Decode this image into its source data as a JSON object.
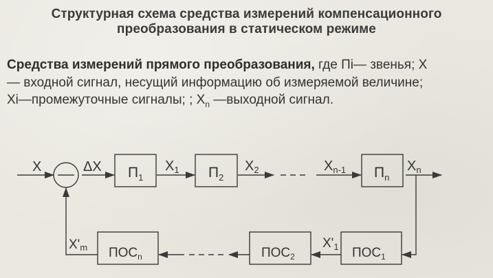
{
  "title": {
    "line1": "Структурная схема средства измерений компенсационного",
    "line2": "преобразования в статическом режиме"
  },
  "description": {
    "bold_lead": "Средства измерений прямого преобразования,",
    "part1": " где Пi— звенья; X",
    "line2": "— входной сигнал, несущий информацию об измеряемой величине;",
    "line3_a": "Xi—промежуточные сигналы; ; X",
    "line3_sub": "n",
    "line3_b": " —выходной сигнал."
  },
  "diagram": {
    "input_label": "X",
    "comparator_sign": "−",
    "error_label": "ΔX",
    "forward_blocks": [
      {
        "main": "П",
        "sub": "1"
      },
      {
        "main": "П",
        "sub": "2"
      },
      {
        "main": "П",
        "sub": "n"
      }
    ],
    "forward_signals": [
      {
        "main": "X",
        "sub": "1"
      },
      {
        "main": "X",
        "sub": "2"
      },
      {
        "main": "X",
        "sub": "n-1"
      },
      {
        "main": "X",
        "sub": "n"
      }
    ],
    "feedback_blocks": [
      {
        "main": "ПОС",
        "sub": "1"
      },
      {
        "main": "ПОС",
        "sub": "2"
      },
      {
        "main": "ПОС",
        "sub": "n"
      }
    ],
    "feedback_signals": [
      {
        "main": "X'",
        "sub": "1"
      },
      {
        "main": "X'",
        "sub": "m"
      }
    ],
    "line_color": "#3a3a3a"
  }
}
